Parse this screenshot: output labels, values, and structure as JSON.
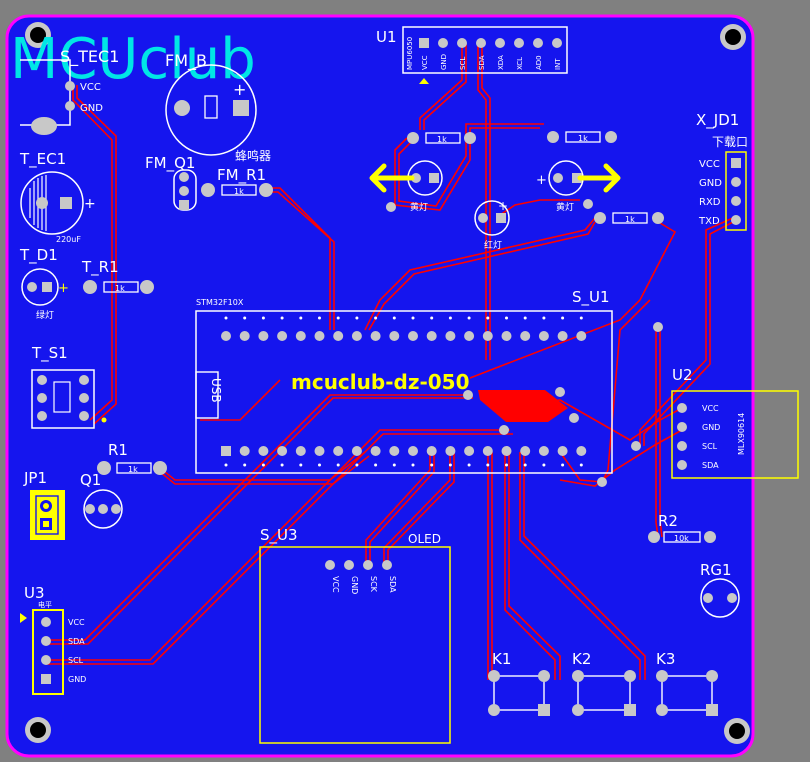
{
  "watermark": "MCUclub",
  "board_title": "mcuclub-dz-050",
  "colors": {
    "background": "#808080",
    "board": "#1515ee",
    "outline": "#ff00ff",
    "trace": "#ff0000",
    "silkscreen": "#ffffff",
    "outline_silk": "#ffff00",
    "pad": "#c8c8c8",
    "watermark": "#00e6e6",
    "arrow": "#ffff00"
  },
  "components": {
    "u1": {
      "ref": "U1",
      "pins": [
        "MPU6050",
        "VCC",
        "GND",
        "SCL",
        "SDA",
        "XDA",
        "XCL",
        "AD0",
        "INT"
      ]
    },
    "s_tec1": {
      "ref": "S_TEC1",
      "pins": [
        "VCC",
        "GND"
      ]
    },
    "fm_b": {
      "ref": "FM_B",
      "label": "蜂鸣器"
    },
    "fm_q1": {
      "ref": "FM_Q1"
    },
    "fm_r1": {
      "ref": "FM_R1",
      "value": "1k"
    },
    "t_ec1": {
      "ref": "T_EC1",
      "value": "220uF"
    },
    "t_d1": {
      "ref": "T_D1",
      "label": "绿灯"
    },
    "t_r1": {
      "ref": "T_R1",
      "value": "1k"
    },
    "t_s1": {
      "ref": "T_S1"
    },
    "r1": {
      "ref": "R1",
      "value": "1k"
    },
    "jp1": {
      "ref": "JP1"
    },
    "q1": {
      "ref": "Q1"
    },
    "u3": {
      "ref": "U3",
      "header": "电平",
      "pins": [
        "VCC",
        "SDA",
        "SCL",
        "GND"
      ]
    },
    "s_u3": {
      "ref": "S_U3",
      "label": "OLED",
      "pins": [
        "VCC",
        "GND",
        "SCK",
        "SDA"
      ]
    },
    "s_u1": {
      "ref": "S_U1",
      "mcu": "STM32F10X",
      "usb": "USB"
    },
    "u2": {
      "ref": "U2",
      "pins": [
        "VCC",
        "GND",
        "SCL",
        "SDA"
      ],
      "part": "MLX90614"
    },
    "x_jd1": {
      "ref": "X_JD1",
      "label": "下载口",
      "pins": [
        "VCC",
        "GND",
        "RXD",
        "TXD"
      ]
    },
    "r2": {
      "ref": "R2",
      "value": "10k"
    },
    "rg1": {
      "ref": "RG1"
    },
    "k1": {
      "ref": "K1"
    },
    "k2": {
      "ref": "K2"
    },
    "k3": {
      "ref": "K3"
    },
    "led_yellow1": {
      "label": "黄灯",
      "r_value": "1k"
    },
    "led_yellow2": {
      "label": "黄灯",
      "r_value": "1k"
    },
    "led_red": {
      "label": "红灯",
      "r_value": "1k"
    }
  }
}
